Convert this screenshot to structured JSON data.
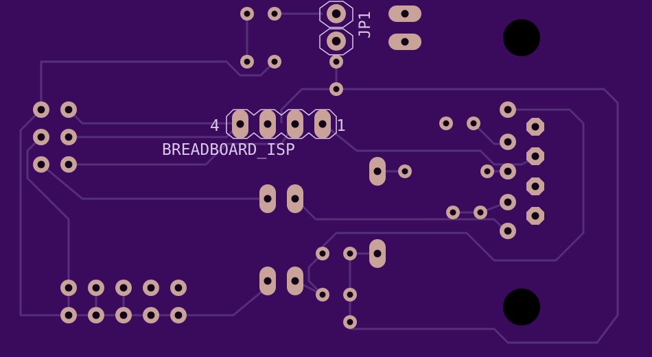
{
  "board": {
    "colors": {
      "substrate": "#3a0a5c",
      "trace": "#55307a",
      "pad": "#c9a39a",
      "hole": "#120418",
      "silkscreen": "#d8c8e8",
      "mounting_hole": "#000000"
    }
  },
  "labels": {
    "isp_name": "BREADBOARD_ISP",
    "isp_pin_first": "4",
    "isp_pin_last": "1",
    "jumper_name": "JP1"
  },
  "components": {
    "mounting_holes": 2,
    "isp_header_pins": 4,
    "jumper_pins": 2
  }
}
